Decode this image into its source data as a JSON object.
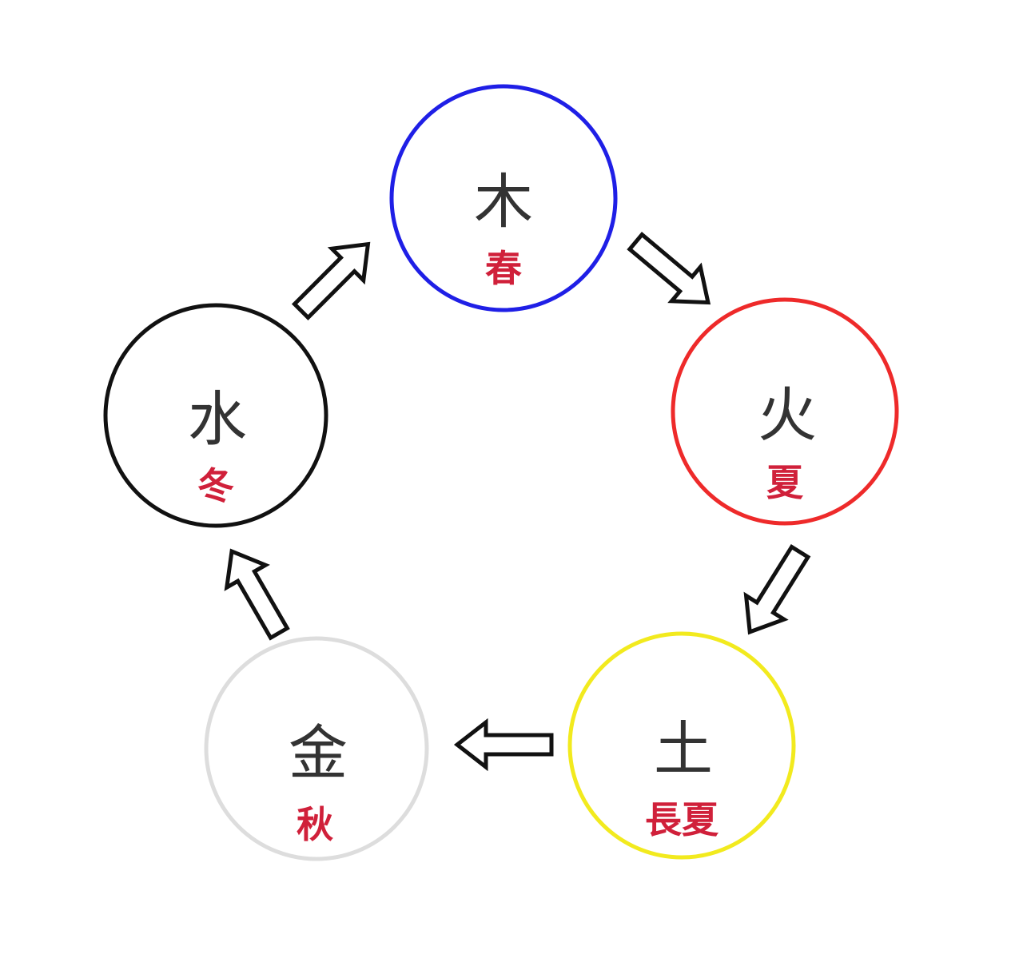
{
  "elements": [
    {
      "id": "wood",
      "char": "木",
      "season": "春",
      "color": "#1f1fe6"
    },
    {
      "id": "fire",
      "char": "火",
      "season": "夏",
      "color": "#ee2a2a"
    },
    {
      "id": "earth",
      "char": "土",
      "season": "長夏",
      "color": "#f2ea1e"
    },
    {
      "id": "metal",
      "char": "金",
      "season": "秋",
      "color": "#dddddd"
    },
    {
      "id": "water",
      "char": "水",
      "season": "冬",
      "color": "#111111"
    }
  ],
  "cycle": [
    "wood",
    "fire",
    "earth",
    "metal",
    "water"
  ],
  "colors": {
    "season_text": "#d0203a",
    "element_text": "#333333",
    "arrow_stroke": "#111111"
  }
}
